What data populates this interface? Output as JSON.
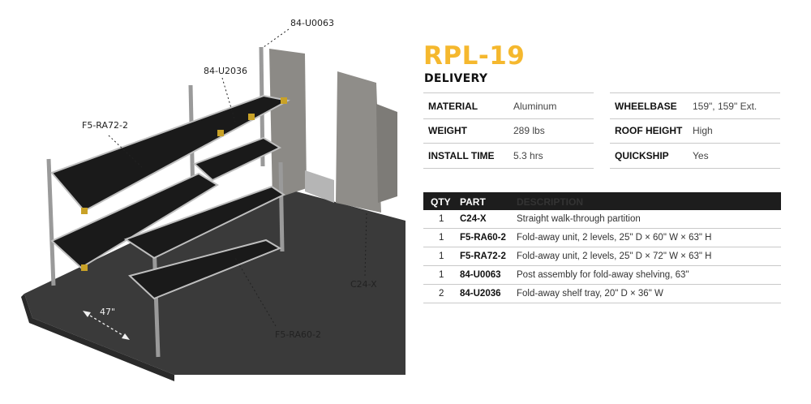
{
  "product": {
    "model": "RPL-19",
    "application": "DELIVERY",
    "accent_color": "#f5b82e"
  },
  "specs": {
    "left": [
      {
        "label": "MATERIAL",
        "value": "Aluminum"
      },
      {
        "label": "WEIGHT",
        "value": "289 lbs"
      },
      {
        "label": "INSTALL TIME",
        "value": "5.3 hrs"
      }
    ],
    "right": [
      {
        "label": "WHEELBASE",
        "value": "159\", 159\" Ext."
      },
      {
        "label": "ROOF HEIGHT",
        "value": "High"
      },
      {
        "label": "QUICKSHIP",
        "value": "Yes"
      }
    ]
  },
  "parts_table": {
    "headers": {
      "qty": "QTY",
      "part": "PART",
      "description": "DESCRIPTION"
    },
    "rows": [
      {
        "qty": "1",
        "part": "C24-X",
        "description": "Straight walk-through partition"
      },
      {
        "qty": "1",
        "part": "F5-RA60-2",
        "description": "Fold-away unit, 2 levels, 25\" D × 60\" W × 63\" H"
      },
      {
        "qty": "1",
        "part": "F5-RA72-2",
        "description": "Fold-away unit, 2 levels, 25\" D × 72\" W × 63\" H"
      },
      {
        "qty": "1",
        "part": "84-U0063",
        "description": "Post assembly for fold-away shelving, 63\""
      },
      {
        "qty": "2",
        "part": "84-U2036",
        "description": "Fold-away shelf tray, 20\" D × 36\" W"
      }
    ]
  },
  "illustration": {
    "callouts": {
      "post": "84-U0063",
      "tray": "84-U2036",
      "unit72": "F5-RA72-2",
      "partition": "C24-X",
      "unit60": "F5-RA60-2",
      "dimension": "47\""
    }
  }
}
